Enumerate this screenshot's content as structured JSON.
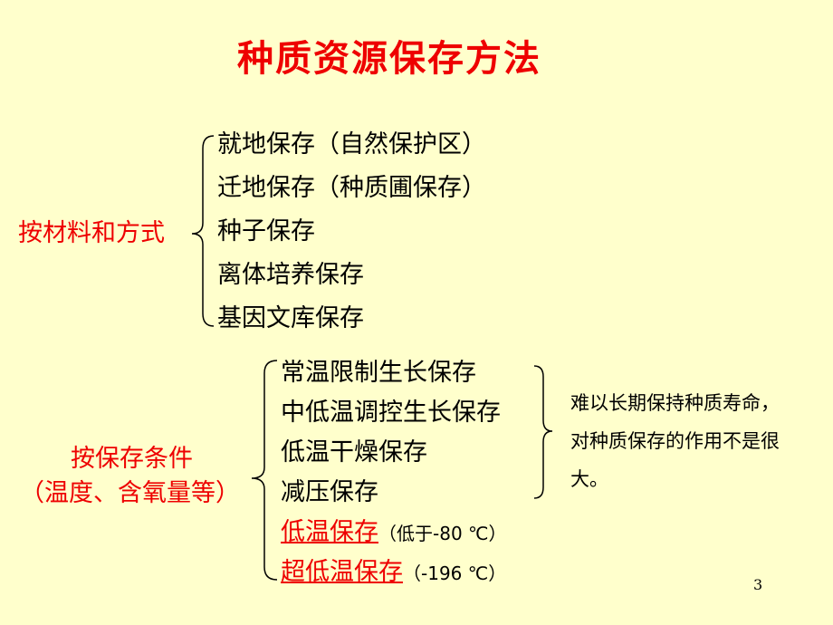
{
  "slide": {
    "title": "种质资源保存方法",
    "page_number": "3"
  },
  "group1": {
    "label": "按材料和方式",
    "items": [
      "就地保存（自然保护区）",
      "迁地保存（种质圃保存）",
      "种子保存",
      "离体培养保存",
      "基因文库保存"
    ]
  },
  "group2": {
    "label_line1": "按保存条件",
    "label_line2": "（温度、含氧量等）",
    "items": [
      "常温限制生长保存",
      "中低温调控生长保存",
      "低温干燥保存",
      "减压保存"
    ],
    "highlight_items": [
      {
        "label": "低温保存",
        "note": "（低于-80 ℃）"
      },
      {
        "label": "超低温保存",
        "note": "（-196 ℃）"
      }
    ],
    "side_note": "难以长期保持种质寿命，对种质保存的作用不是很大。"
  },
  "colors": {
    "background": "#ffffcc",
    "accent": "#ee0000",
    "text": "#000000"
  }
}
